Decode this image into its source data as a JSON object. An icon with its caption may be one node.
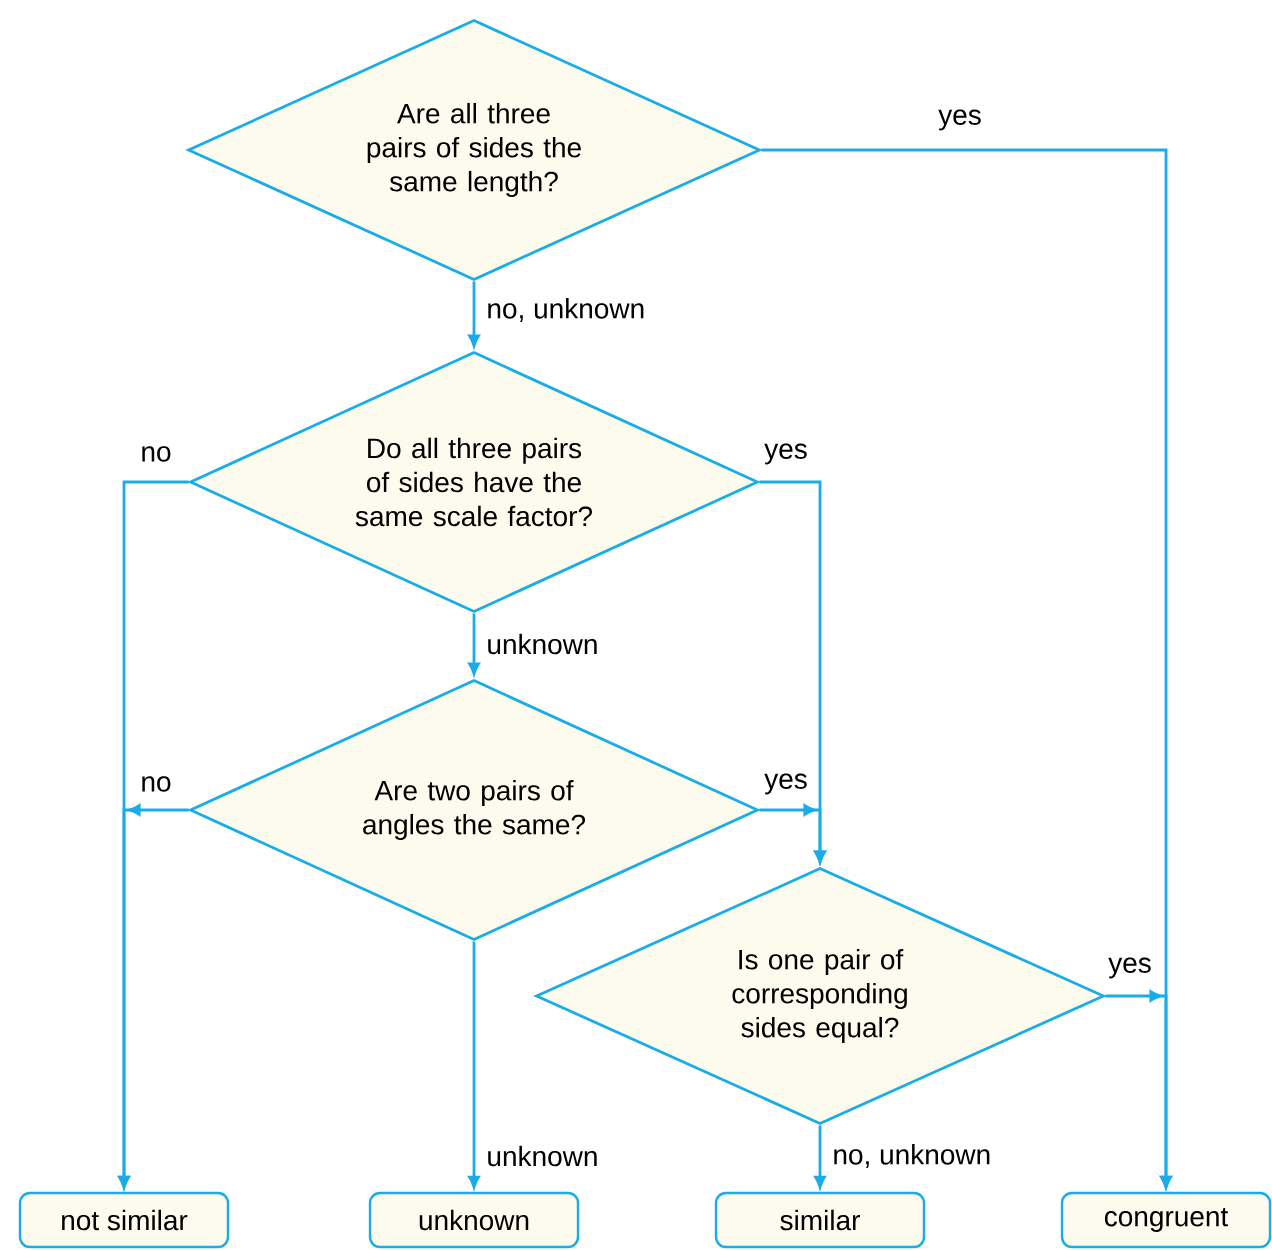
{
  "diagram": {
    "nodes": [
      {
        "text": [
          "Are all three pairs of sides the same length?"
        ]
      },
      {
        "text": [
          "Do all three pairs of sides have the same scale factor?"
        ]
      },
      {
        "text": [
          "Are two pairs of angles the same?"
        ]
      },
      {
        "text": [
          "Is one pair of corresponding sides equal?"
        ]
      },
      {
        "text": [
          "not similar"
        ]
      },
      {
        "text": [
          "unknown"
        ]
      },
      {
        "text": [
          "similar"
        ]
      },
      {
        "text": [
          "congruent"
        ]
      }
    ],
    "edges": [
      {
        "from": 0,
        "to": 7,
        "arrow": "to",
        "label": "yes"
      },
      {
        "from": 0,
        "to": 1,
        "arrow": "to",
        "label": "no, unknown"
      },
      {
        "from": 1,
        "to": 4,
        "arrow": "to",
        "label": "no"
      },
      {
        "from": 1,
        "to": 3,
        "arrow": "to",
        "label": "yes"
      },
      {
        "from": 1,
        "to": 2,
        "arrow": "to",
        "label": "unknown"
      },
      {
        "from": 2,
        "to": 4,
        "arrow": "to",
        "label": "no"
      },
      {
        "from": 2,
        "to": 3,
        "arrow": "to",
        "label": "yes"
      },
      {
        "from": 2,
        "to": 5,
        "arrow": "to",
        "label": "unknown"
      },
      {
        "from": 3,
        "to": 6,
        "arrow": "to",
        "label": "no, unknown"
      },
      {
        "from": 3,
        "to": 7,
        "arrow": "to",
        "label": "yes"
      }
    ]
  }
}
